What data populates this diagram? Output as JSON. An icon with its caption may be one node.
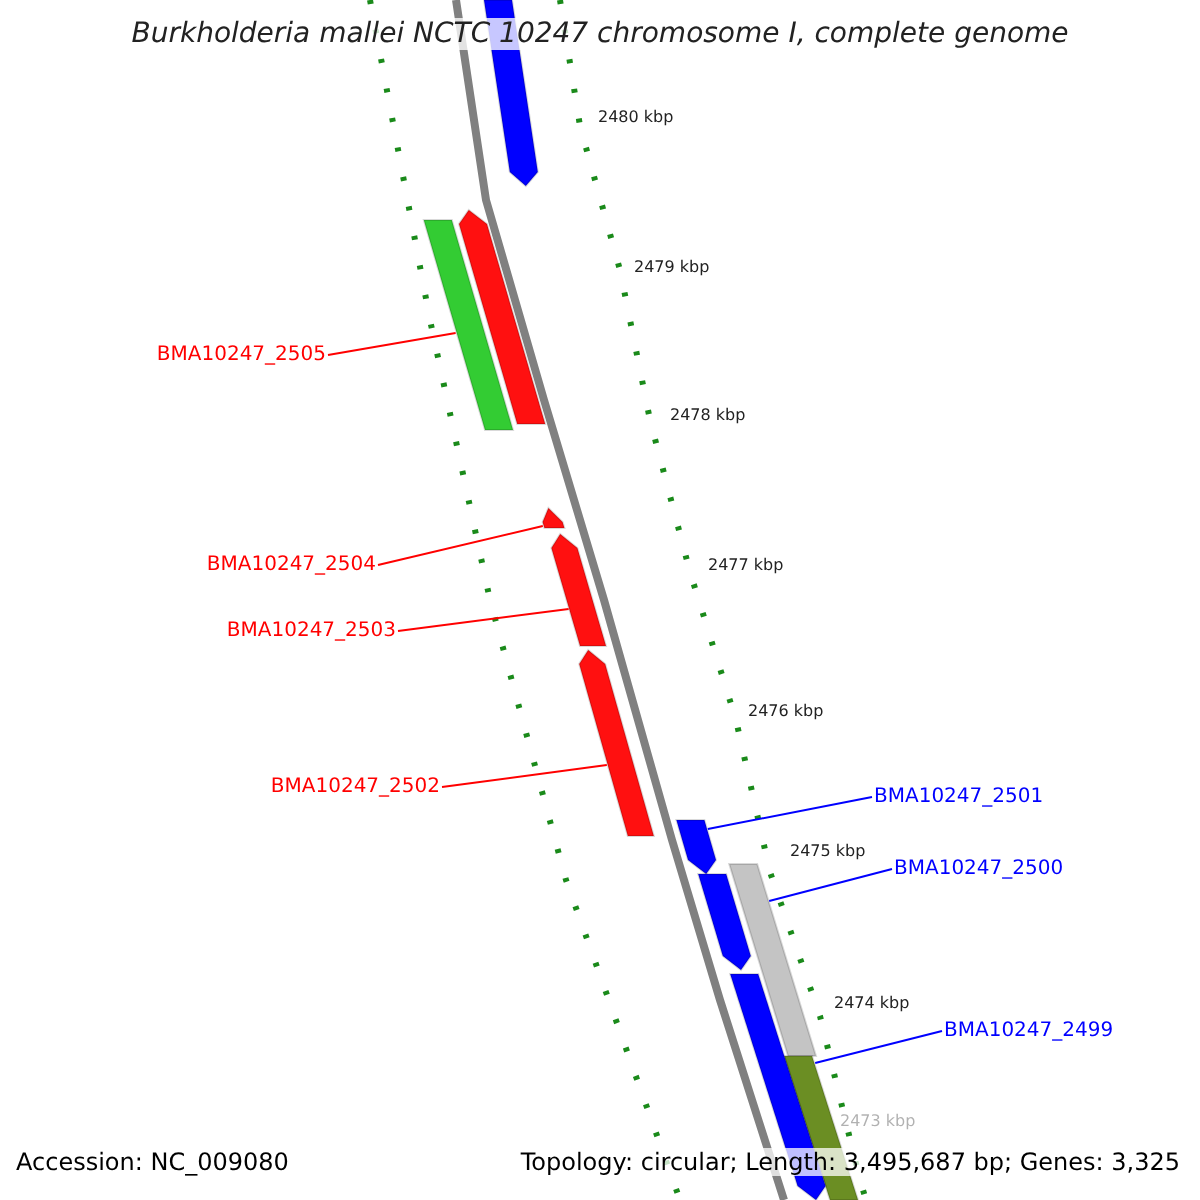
{
  "diagram": {
    "title": "Burkholderia mallei NCTC 10247 chromosome I, complete genome",
    "nodes": [
      {
        "text": [],
        "shape": "arrow"
      },
      {
        "text": [],
        "shape": "bar"
      },
      {
        "text": [],
        "shape": "arrow"
      },
      {
        "text": [
          "BMA10247_2505"
        ]
      },
      {
        "text": [],
        "shape": "arrow"
      },
      {
        "text": [
          "BMA10247_2504"
        ]
      },
      {
        "text": [],
        "shape": "arrow"
      },
      {
        "text": [
          "BMA10247_2503"
        ]
      },
      {
        "text": [],
        "shape": "arrow"
      },
      {
        "text": [
          "BMA10247_2502"
        ]
      },
      {
        "text": [],
        "shape": "arrow"
      },
      {
        "text": [
          "BMA10247_2501"
        ]
      },
      {
        "text": [],
        "shape": "bar"
      },
      {
        "text": [
          "BMA10247_2500"
        ]
      },
      {
        "text": [],
        "shape": "arrow"
      },
      {
        "text": [],
        "shape": "bar"
      },
      {
        "text": [],
        "shape": "arrow"
      },
      {
        "text": [
          "BMA10247_2499"
        ]
      }
    ],
    "edges": [
      {
        "from": 3,
        "to": 1,
        "arrow": "none"
      },
      {
        "from": 5,
        "to": 4,
        "arrow": "none"
      },
      {
        "from": 7,
        "to": 6,
        "arrow": "none"
      },
      {
        "from": 9,
        "to": 8,
        "arrow": "none"
      },
      {
        "from": 11,
        "to": 10,
        "arrow": "none",
        "color": "#0000ff"
      },
      {
        "from": 13,
        "to": 12,
        "arrow": "none",
        "color": "#0000ff"
      },
      {
        "from": 17,
        "to": 15,
        "arrow": "none",
        "color": "#0000ff"
      }
    ],
    "labels": [
      "2480 kbp",
      "2479 kbp",
      "2478 kbp",
      "2477 kbp",
      "2476 kbp",
      "2475 kbp",
      "2474 kbp",
      "2473 kbp",
      "Accession: NC_009080",
      "Topology: circular; Length: 3,495,687 bp; Genes: 3,325"
    ]
  }
}
